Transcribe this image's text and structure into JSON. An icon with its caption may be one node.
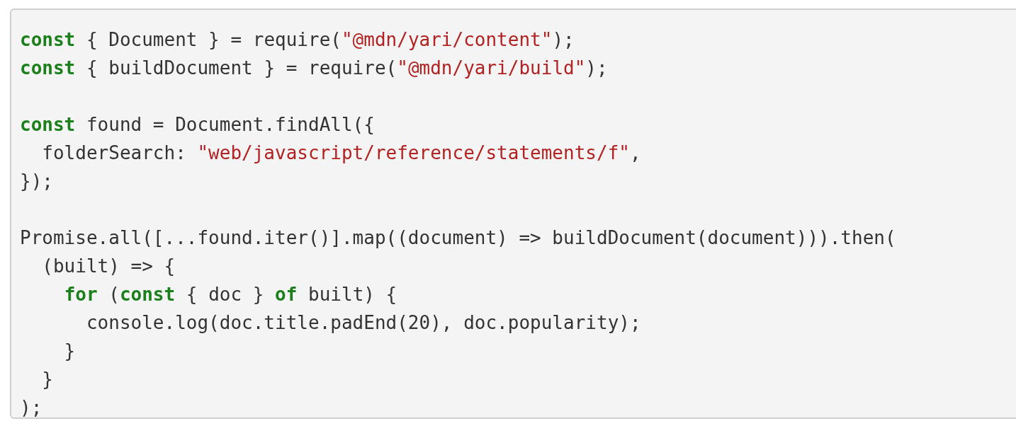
{
  "diagram": {
    "labels": [
      "**const** { Document } = require(\"@mdn/yari/content\");",
      "**const** { buildDocument } = require(\"@mdn/yari/build\");",
      "**const** found = Document.findAll({",
      "  folderSearch: \"web/javascript/reference/statements/f\",",
      "});",
      "Promise.all([...found.iter()].map((document) => buildDocument(document))).then(",
      "  (built) => {",
      "    **for** (**const** { doc } **of** built) {",
      "      console.log(doc.title.padEnd(20), doc.popularity);",
      "    }",
      "  }",
      ");"
    ]
  }
}
